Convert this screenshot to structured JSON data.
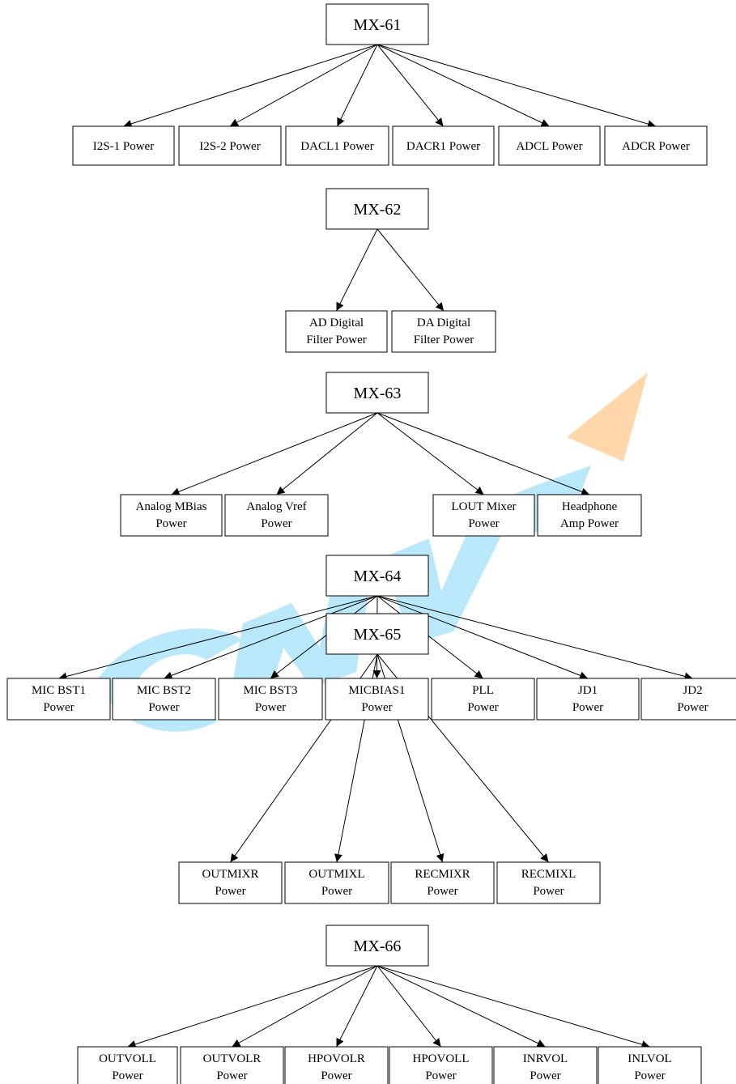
{
  "trees": [
    {
      "root": "MX-61",
      "children": [
        [
          "I2S-1 Power"
        ],
        [
          "I2S-2 Power"
        ],
        [
          "DACL1 Power"
        ],
        [
          "DACR1 Power"
        ],
        [
          "ADCL Power"
        ],
        [
          "ADCR Power"
        ]
      ]
    },
    {
      "root": "MX-62",
      "children": [
        [
          "AD Digital",
          "Filter Power"
        ],
        [
          "DA Digital",
          "Filter Power"
        ]
      ]
    },
    {
      "root": "MX-63",
      "children": [
        [
          "Analog MBias",
          "Power"
        ],
        [
          "Analog Vref",
          "Power"
        ],
        [
          "LOUT Mixer",
          "Power"
        ],
        [
          "Headphone",
          "Amp Power"
        ]
      ]
    },
    {
      "root": "MX-64",
      "children": [
        [
          "MIC BST1",
          "Power"
        ],
        [
          "MIC BST2",
          "Power"
        ],
        [
          "MIC BST3",
          "Power"
        ],
        [
          "MICBIAS1",
          "Power"
        ],
        [
          "PLL",
          "Power"
        ],
        [
          "JD1",
          "Power"
        ],
        [
          "JD2",
          "Power"
        ]
      ]
    },
    {
      "root": "MX-65",
      "children": [
        [
          "OUTMIXR",
          "Power"
        ],
        [
          "OUTMIXL",
          "Power"
        ],
        [
          "RECMIXR",
          "Power"
        ],
        [
          "RECMIXL",
          "Power"
        ]
      ]
    },
    {
      "root": "MX-66",
      "children": [
        [
          "OUTVOLL",
          "Power"
        ],
        [
          "OUTVOLR",
          "Power"
        ],
        [
          "HPOVOLR",
          "Power"
        ],
        [
          "HPOVOLL",
          "Power"
        ],
        [
          "INRVOL",
          "Power"
        ],
        [
          "INLVOL",
          "Power"
        ]
      ]
    }
  ],
  "watermark": {
    "blue": "#7fd7f5",
    "orange": "#ffb766"
  }
}
